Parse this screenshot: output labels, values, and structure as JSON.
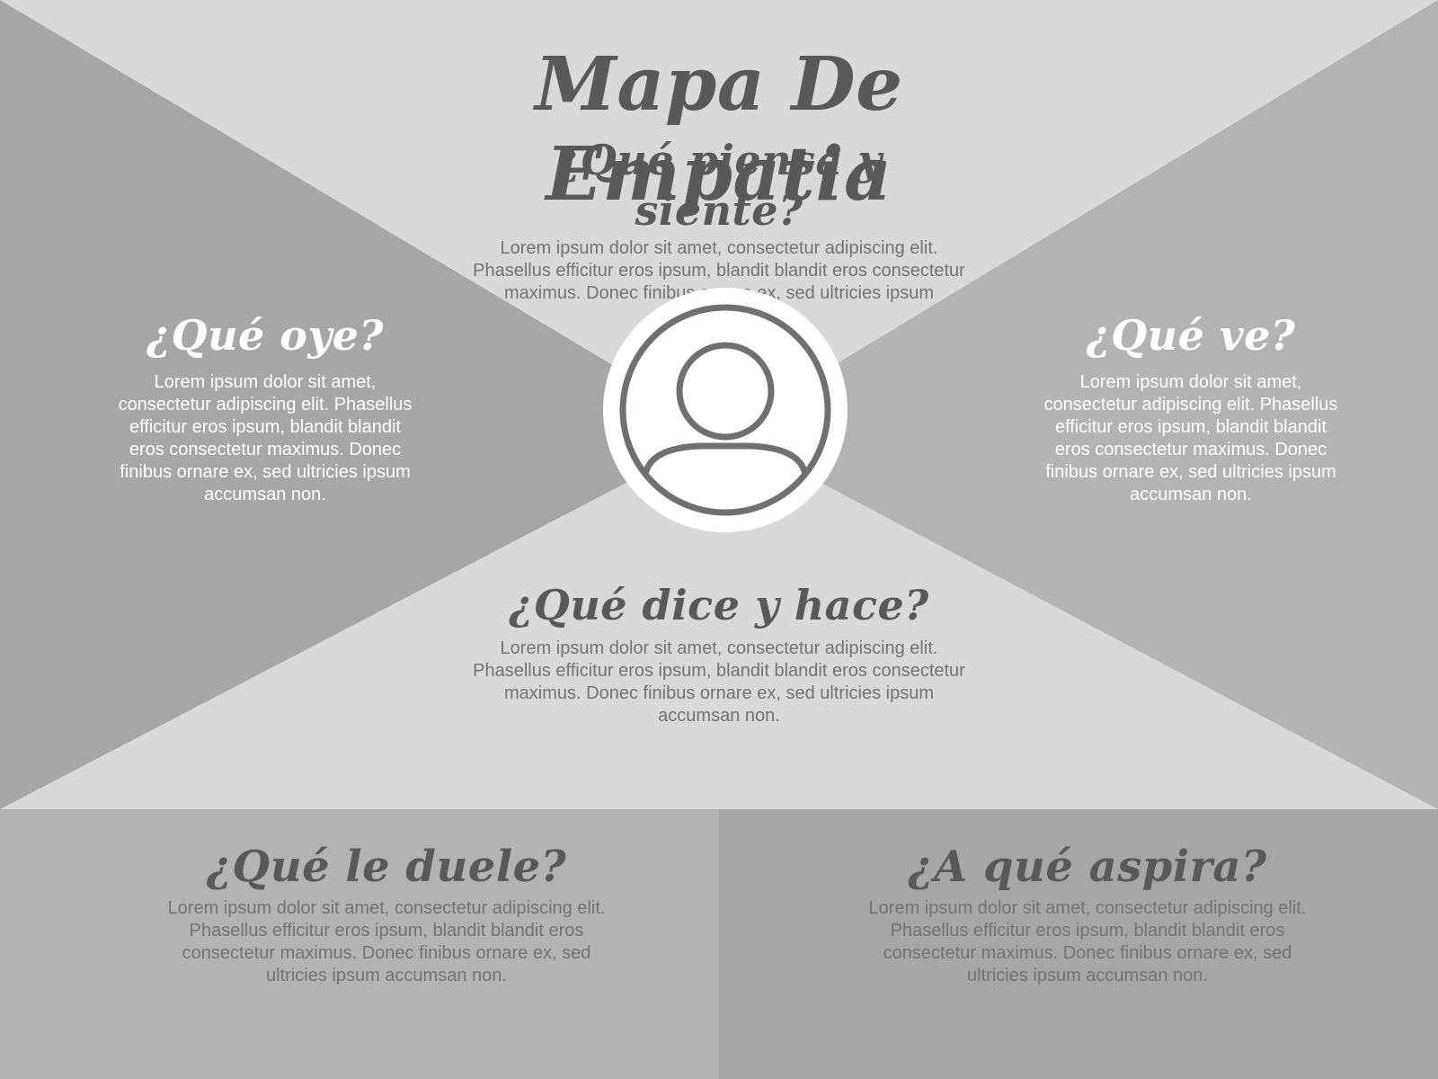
{
  "title": "Mapa De Empatia",
  "colors": {
    "light_gray": "#d9d9d9",
    "mid_gray": "#b3b3b3",
    "dark_gray": "#a6a6a6",
    "heading_dark": "#595959",
    "body_gray": "#737373",
    "white": "#ffffff"
  },
  "sections": {
    "think": {
      "heading": "¿Qué piensa y siente?",
      "body": "Lorem ipsum dolor sit amet, consectetur adipiscing elit. Phasellus efficitur eros ipsum, blandit blandit eros consectetur maximus. Donec finibus ornare ex, sed ultricies ipsum accumsan non."
    },
    "hear": {
      "heading": "¿Qué oye?",
      "body": "Lorem ipsum dolor sit amet, consectetur adipiscing elit. Phasellus efficitur eros ipsum, blandit blandit eros consectetur maximus. Donec finibus ornare ex, sed ultricies ipsum accumsan non."
    },
    "see": {
      "heading": "¿Qué ve?",
      "body": "Lorem ipsum dolor sit amet, consectetur adipiscing elit. Phasellus efficitur eros ipsum, blandit blandit eros consectetur maximus. Donec finibus ornare ex, sed ultricies ipsum accumsan non."
    },
    "say": {
      "heading": "¿Qué dice y hace?",
      "body": "Lorem ipsum dolor sit amet, consectetur adipiscing elit. Phasellus efficitur eros ipsum, blandit blandit eros consectetur maximus. Donec finibus ornare ex, sed ultricies ipsum accumsan non."
    },
    "pain": {
      "heading": "¿Qué le duele?",
      "body": "Lorem ipsum dolor sit amet, consectetur adipiscing elit. Phasellus efficitur eros ipsum, blandit blandit eros consectetur maximus. Donec finibus ornare ex, sed ultricies ipsum accumsan non."
    },
    "gain": {
      "heading": "¿A qué aspira?",
      "body": "Lorem ipsum dolor sit amet, consectetur adipiscing elit. Phasellus efficitur eros ipsum, blandit blandit eros consectetur maximus. Donec finibus ornare ex, sed ultricies ipsum accumsan non."
    }
  },
  "center_icon": "user-avatar-icon"
}
